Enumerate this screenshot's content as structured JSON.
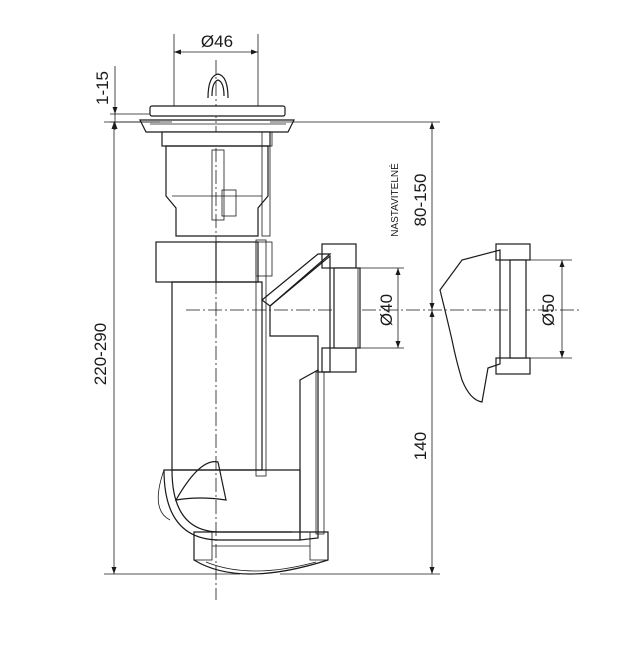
{
  "drawing": {
    "dimensions": {
      "top_diameter": "Ø46",
      "top_gap": "1-15",
      "total_height": "220-290",
      "adjustable_height": "80-150",
      "adjustable_note": "NASTAVITELNÉ",
      "lower_height": "140",
      "outlet_diameter": "Ø40",
      "alt_outlet_diameter": "Ø50"
    }
  }
}
